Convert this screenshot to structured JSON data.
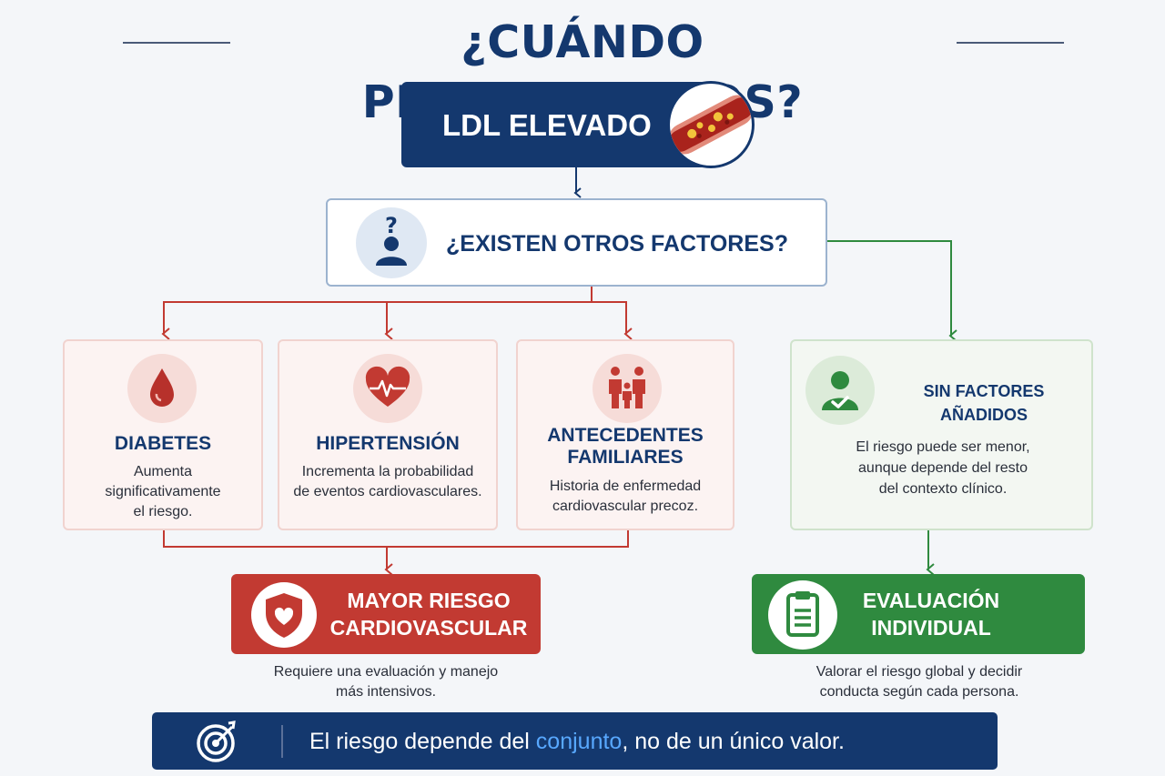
{
  "title": "¿CUÁNDO PREOCUPARNOS?",
  "start": {
    "label": "LDL ELEVADO",
    "icon": "artery-plaque-icon"
  },
  "question": {
    "label": "¿EXISTEN OTROS FACTORES?",
    "icon": "person-question-icon"
  },
  "factors": [
    {
      "title": "DIABETES",
      "text_lines": [
        "Aumenta",
        "significativamente",
        "el riesgo."
      ],
      "icon": "blood-drop-icon"
    },
    {
      "title": "HIPERTENSIÓN",
      "text_lines": [
        "Incrementa la probabilidad",
        "de eventos cardiovasculares."
      ],
      "icon": "heart-pulse-icon"
    },
    {
      "title_lines": [
        "ANTECEDENTES",
        "FAMILIARES"
      ],
      "text_lines": [
        "Historia de enfermedad",
        "cardiovascular precoz."
      ],
      "icon": "family-icon"
    }
  ],
  "no_factors": {
    "title": "SIN FACTORES AÑADIDOS",
    "text_lines": [
      "El riesgo puede ser menor,",
      "aunque depende del resto",
      "del contexto clínico."
    ],
    "icon": "person-check-icon"
  },
  "outcome_risk": {
    "title_lines": [
      "MAYOR RIESGO",
      "CARDIOVASCULAR"
    ],
    "text_lines": [
      "Requiere una evaluación y manejo",
      "más intensivos."
    ],
    "icon": "shield-heart-icon"
  },
  "outcome_eval": {
    "title_lines": [
      "EVALUACIÓN",
      "INDIVIDUAL"
    ],
    "text_lines": [
      "Valorar el riesgo global y decidir",
      "conducta según cada persona."
    ],
    "icon": "clipboard-icon"
  },
  "footer": {
    "before": "El riesgo depende del ",
    "highlight": "conjunto",
    "after": ", no de un único valor.",
    "icon": "target-icon"
  },
  "colors": {
    "navy": "#14386e",
    "red": "#c23a32",
    "green": "#2f8a3f",
    "highlight": "#58a8ff"
  }
}
